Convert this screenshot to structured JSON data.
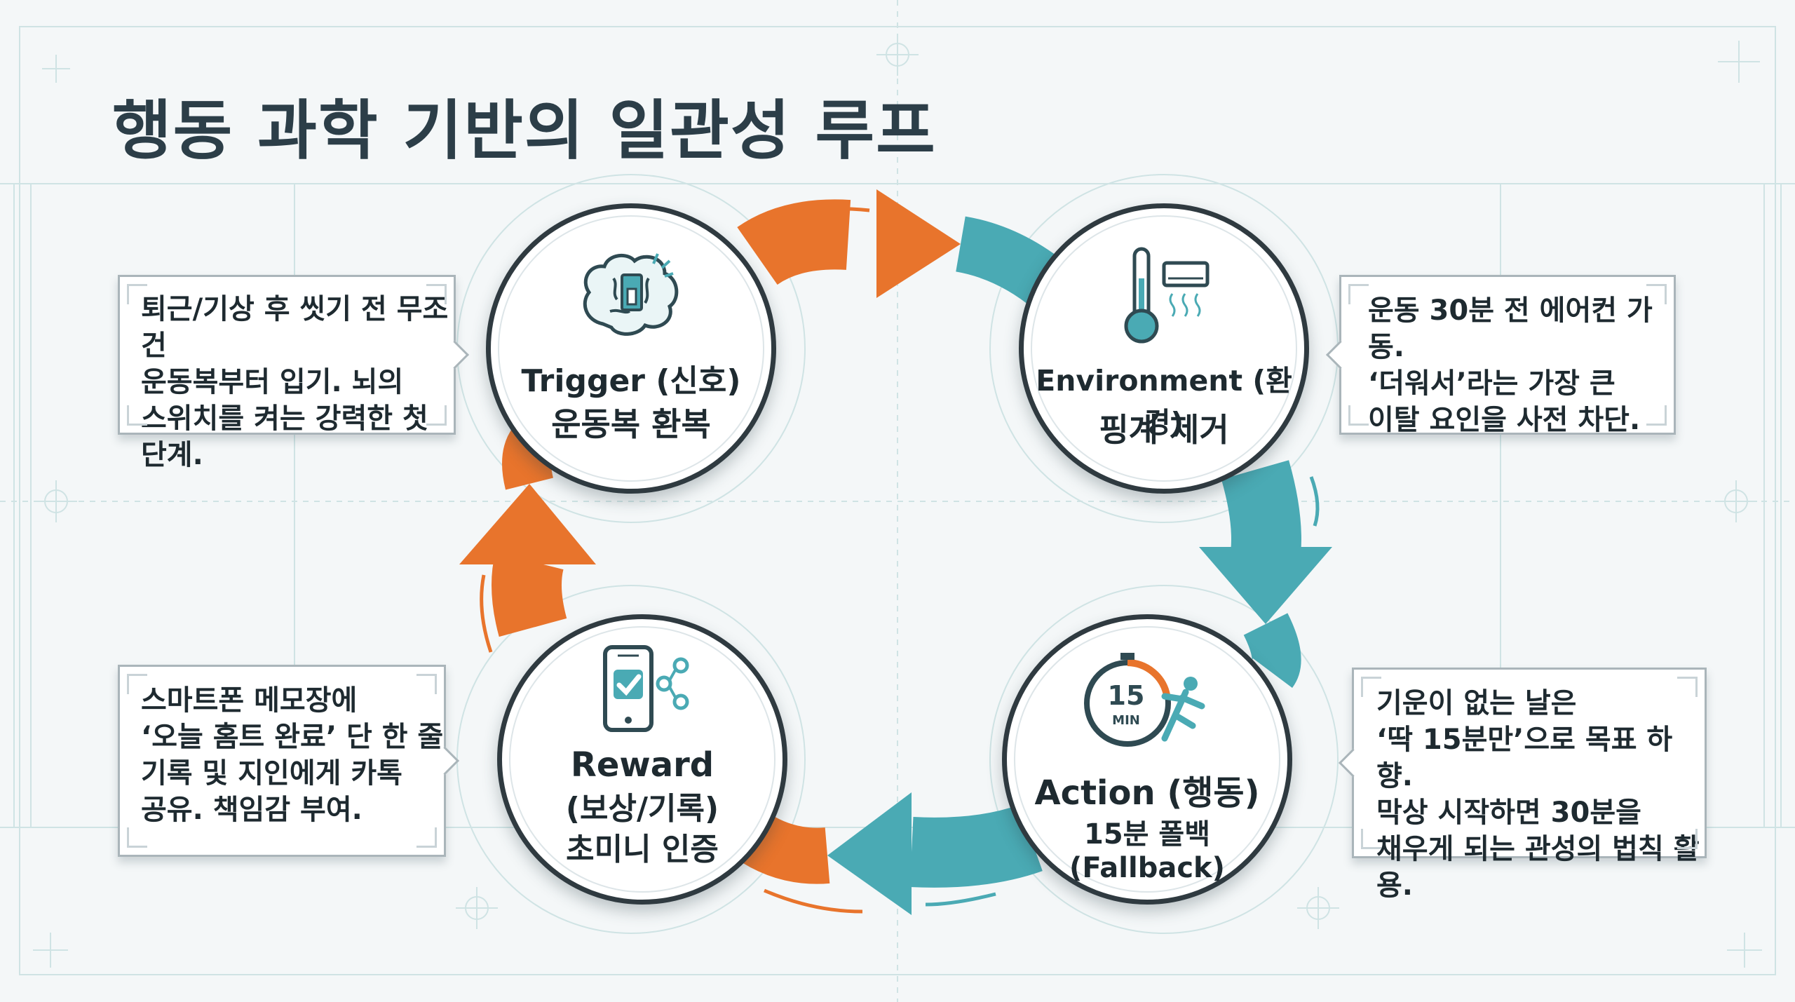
{
  "title": "행동 과학 기반의 일관성 루프",
  "colors": {
    "orange": "#e8742c",
    "teal": "#4aaab4",
    "dark": "#2f3a40",
    "background": "#f4f7f8"
  },
  "nodes": {
    "trigger": {
      "name": "Trigger (신호)",
      "desc": "운동복 환복",
      "icon": "brain-switch-icon",
      "note": [
        "퇴근/기상 후 씻기 전 무조건",
        "운동복부터 입기. 뇌의",
        "스위치를 켜는 강력한 첫 단계."
      ]
    },
    "environment": {
      "name": "Environment (환경)",
      "desc": "핑계 제거",
      "icon": "thermometer-aircon-icon",
      "note": [
        "운동 30분 전 에어컨 가동.",
        "‘더워서’라는 가장 큰",
        "이탈 요인을 사전 차단."
      ]
    },
    "action": {
      "name": "Action (행동)",
      "desc": "15분 폴백(Fallback)",
      "icon": "timer-runner-icon",
      "timer_num": "15",
      "timer_unit": "MIN",
      "note": [
        "기운이 없는 날은",
        "‘딱 15분만’으로 목표 하향.",
        "막상 시작하면 30분을",
        "채우게 되는 관성의 법칙 활용."
      ]
    },
    "reward": {
      "name": "Reward",
      "name2": "(보상/기록)",
      "desc": "초미니 인증",
      "icon": "phone-check-share-icon",
      "note": [
        "스마트폰 메모장에",
        "‘오늘 홈트 완료’ 단 한 줄",
        "기록 및 지인에게 카톡",
        "공유. 책임감 부여."
      ]
    }
  }
}
